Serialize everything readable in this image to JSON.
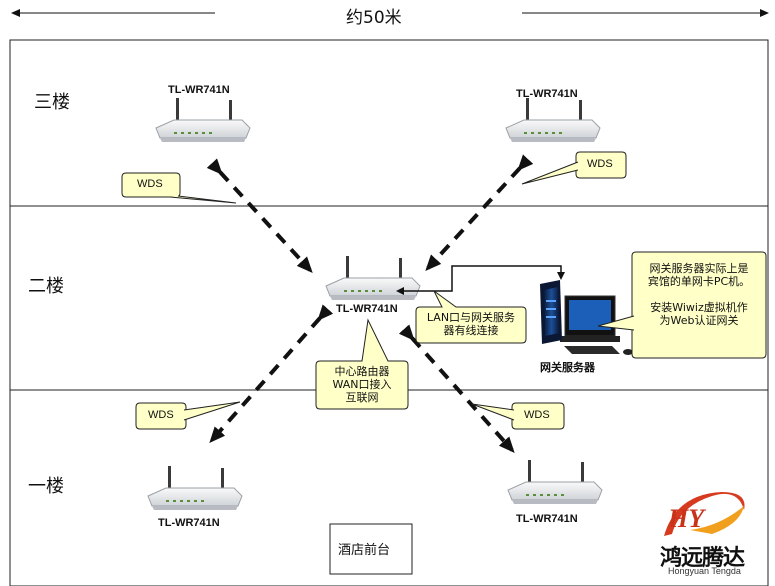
{
  "header": {
    "width_label": "约50米"
  },
  "floors": [
    {
      "label": "三楼"
    },
    {
      "label": "二楼"
    },
    {
      "label": "一楼"
    }
  ],
  "routers": {
    "top_left_model": "TL-WR741N",
    "top_right_model": "TL-WR741N",
    "center_model": "TL-WR741N",
    "bottom_left_model": "TL-WR741N",
    "bottom_right_model": "TL-WR741N"
  },
  "wds_labels": [
    "WDS",
    "WDS",
    "WDS",
    "WDS"
  ],
  "callouts": {
    "lan": [
      "LAN口与网关服务",
      "器有线连接"
    ],
    "center": [
      "中心路由器",
      "WAN口接入",
      "互联网"
    ],
    "server_note": [
      "网关服务器实际上是",
      "宾馆的单网卡PC机。",
      "",
      "安装Wiwiz虚拟机作",
      "为Web认证网关"
    ]
  },
  "server": {
    "label": "网关服务器"
  },
  "front_desk": {
    "label": "酒店前台"
  },
  "logo": {
    "monogram": "HY",
    "brand_cn": "鸿远腾达",
    "brand_en": "Hongyuan Tengda"
  },
  "colors": {
    "bubble_fill": "#ffffc8",
    "arrow": "#111111",
    "logo_red": "#d63a1f",
    "logo_orange": "#f0a01c"
  }
}
